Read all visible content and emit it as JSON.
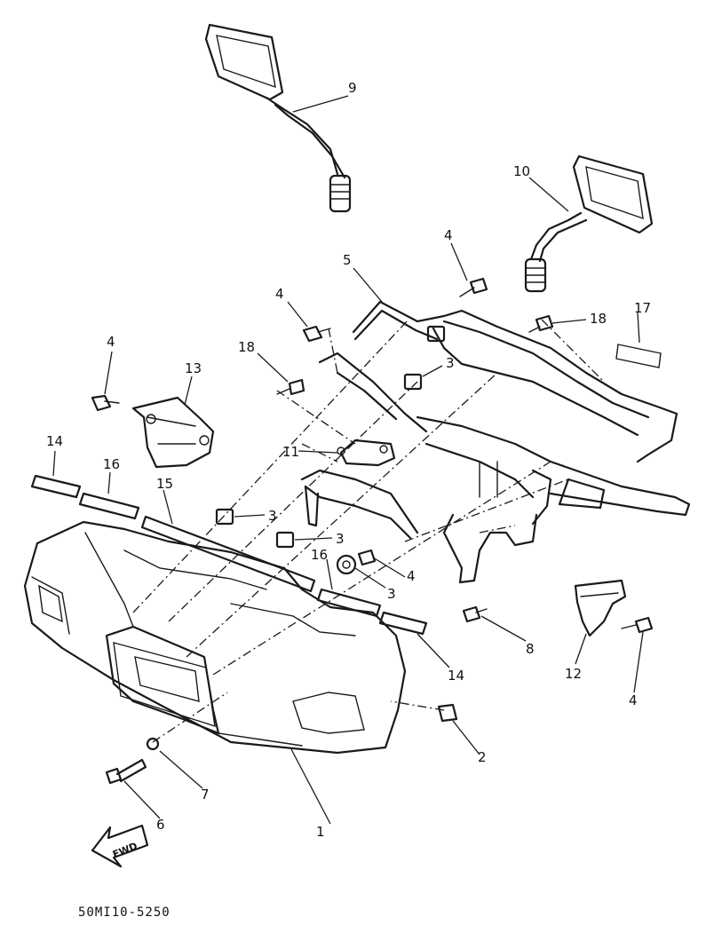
{
  "diagram_code": "50MI10-5250",
  "fwd_label": "FWD",
  "callouts": {
    "c1": "1",
    "c2": "2",
    "c3a": "3",
    "c3b": "3",
    "c3c": "3",
    "c3d": "3",
    "c4a": "4",
    "c4b": "4",
    "c4c": "4",
    "c4d": "4",
    "c4e": "4",
    "c5": "5",
    "c6": "6",
    "c7": "7",
    "c8": "8",
    "c9": "9",
    "c10": "10",
    "c11": "11",
    "c12": "12",
    "c13": "13",
    "c14a": "14",
    "c14b": "14",
    "c15": "15",
    "c16a": "16",
    "c16b": "16",
    "c17": "17",
    "c18a": "18",
    "c18b": "18"
  }
}
